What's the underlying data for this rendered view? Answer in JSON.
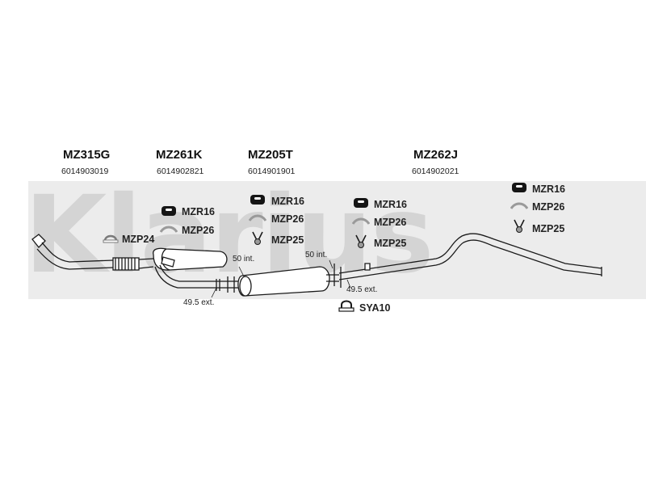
{
  "watermark": {
    "brand": "Klarius"
  },
  "sections": [
    {
      "code": "MZ315G",
      "part_number": "6014903019"
    },
    {
      "code": "MZ261K",
      "part_number": "6014902821"
    },
    {
      "code": "MZ205T",
      "part_number": "6014901901"
    },
    {
      "code": "MZ262J",
      "part_number": "6014902021"
    }
  ],
  "fittings": {
    "s1": {
      "clamp": "MZP24"
    },
    "s2": {
      "rubber": "MZR16",
      "bracket": "MZP26"
    },
    "s3": {
      "rubber": "MZR16",
      "bracket": "MZP26",
      "hanger": "MZP25"
    },
    "s4": {
      "rubber": "MZR16",
      "bracket": "MZP26",
      "hanger": "MZP25"
    },
    "s5": {
      "rubber": "MZR16",
      "bracket": "MZP26",
      "hanger": "MZP25"
    },
    "clamp_extra": "SYA10"
  },
  "dimensions": {
    "d1": "49.5 ext.",
    "d2": "50 int.",
    "d3": "50 int.",
    "d4": "49.5 ext."
  },
  "colors": {
    "watermark": "#d4d4d4",
    "pipe": "#1a1a1a",
    "rubber": "#151515",
    "bracket": "#9a9a9a"
  }
}
